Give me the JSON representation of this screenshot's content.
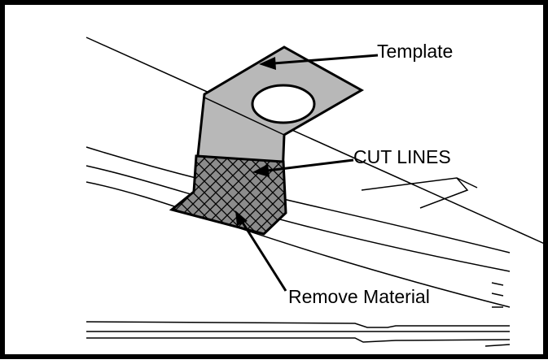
{
  "labels": {
    "template": "Template",
    "cut_lines": "CUT LINES",
    "remove_material": "Remove Material"
  },
  "colors": {
    "template_fill": "#b8b8b8",
    "hatch_fill": "#8c8c8c",
    "outline": "#000000",
    "background": "#ffffff"
  }
}
